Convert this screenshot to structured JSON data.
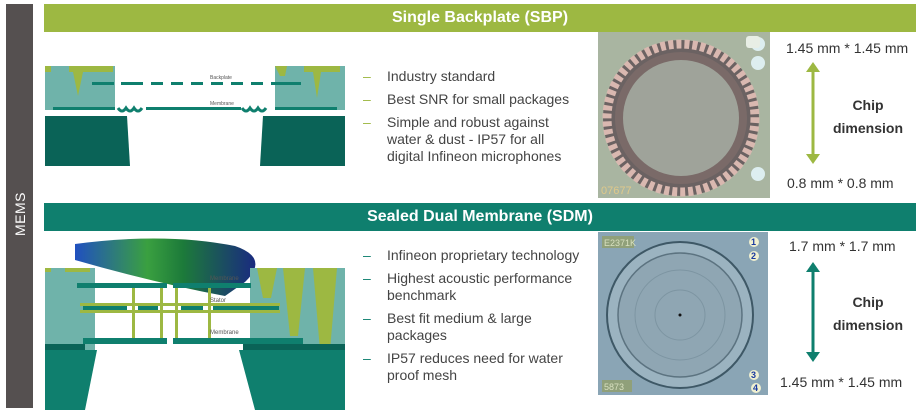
{
  "sidebar": {
    "label": "MEMS"
  },
  "sbp": {
    "title": "Single Backplate (SBP)",
    "diagram_labels": {
      "backplate": "Backplate",
      "membrane": "Membrane"
    },
    "bullets": [
      "Industry standard",
      "Best SNR for small packages",
      "Simple and robust against water & dust - IP57 for all digital Infineon microphones"
    ],
    "bullet_color": "#9db842",
    "chip_marking": "07677",
    "dim_top": "1.45 mm * 1.45 mm",
    "dim_label": "Chip dimension",
    "dim_bottom": "0.8 mm * 0.8 mm"
  },
  "sdm": {
    "title": "Sealed Dual Membrane (SDM)",
    "diagram_labels": {
      "membrane_top": "Membrane",
      "stator": "Stator",
      "membrane_bottom": "Membrane"
    },
    "bullets": [
      "Infineon proprietary technology",
      "Highest acoustic performance benchmark",
      "Best fit medium & large packages",
      "IP57 reduces need for water proof mesh"
    ],
    "bullet_color": "#0f7f6e",
    "chip_marking_top": "E2371K",
    "chip_marking_bottom": "5873",
    "pad_numbers": [
      "1",
      "2",
      "3",
      "4"
    ],
    "dim_top": "1.7 mm * 1.7 mm",
    "dim_label": "Chip dimension",
    "dim_bottom": "1.45 mm * 1.45 mm"
  },
  "colors": {
    "green": "#9db842",
    "teal": "#0f7f6e",
    "sidebar": "#555050"
  }
}
